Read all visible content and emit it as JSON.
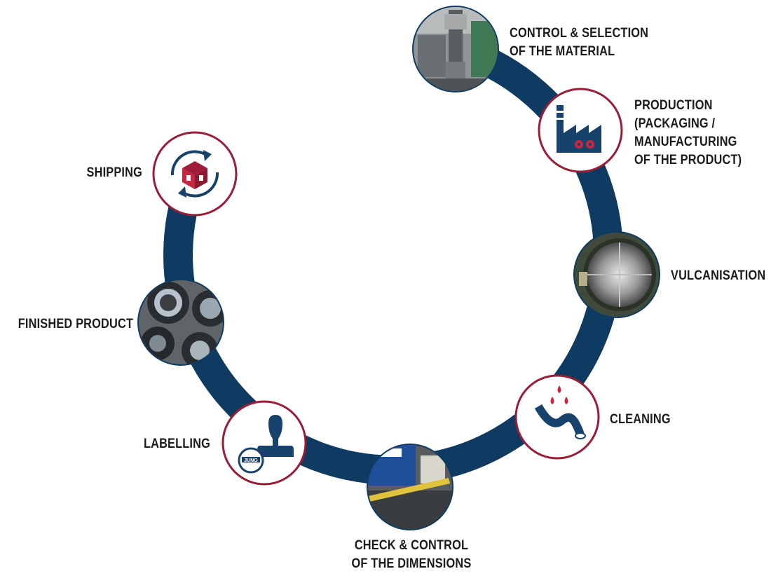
{
  "colors": {
    "ring": "#0f3b63",
    "accent": "#9b1c35",
    "icon_blue": "#17426b",
    "text": "#1b1b1b"
  },
  "steps": [
    {
      "id": "control",
      "lines": [
        "CONTROL & SELECTION",
        "OF THE MATERIAL"
      ],
      "node": "photo",
      "icon": "material-testing-photo"
    },
    {
      "id": "production",
      "lines": [
        "PRODUCTION",
        "(PACKAGING /",
        "MANUFACTURING",
        "OF THE PRODUCT)"
      ],
      "node": "icon",
      "icon": "factory-gears-icon"
    },
    {
      "id": "vulcanisation",
      "lines": [
        "VULCANISATION"
      ],
      "node": "photo",
      "icon": "autoclave-photo"
    },
    {
      "id": "cleaning",
      "lines": [
        "CLEANING"
      ],
      "node": "icon",
      "icon": "hose-drops-icon"
    },
    {
      "id": "check",
      "lines": [
        "CHECK & CONTROL",
        "OF THE DIMENSIONS"
      ],
      "node": "photo",
      "icon": "measuring-photo"
    },
    {
      "id": "labelling",
      "lines": [
        "LABELLING"
      ],
      "node": "icon",
      "icon": "stamp-icon",
      "stamp_text": "JUNG"
    },
    {
      "id": "finished",
      "lines": [
        "FINISHED PRODUCT"
      ],
      "node": "photo",
      "icon": "rubber-rings-photo"
    },
    {
      "id": "shipping",
      "lines": [
        "SHIPPING"
      ],
      "node": "icon",
      "icon": "shipping-cycle-icon"
    }
  ]
}
